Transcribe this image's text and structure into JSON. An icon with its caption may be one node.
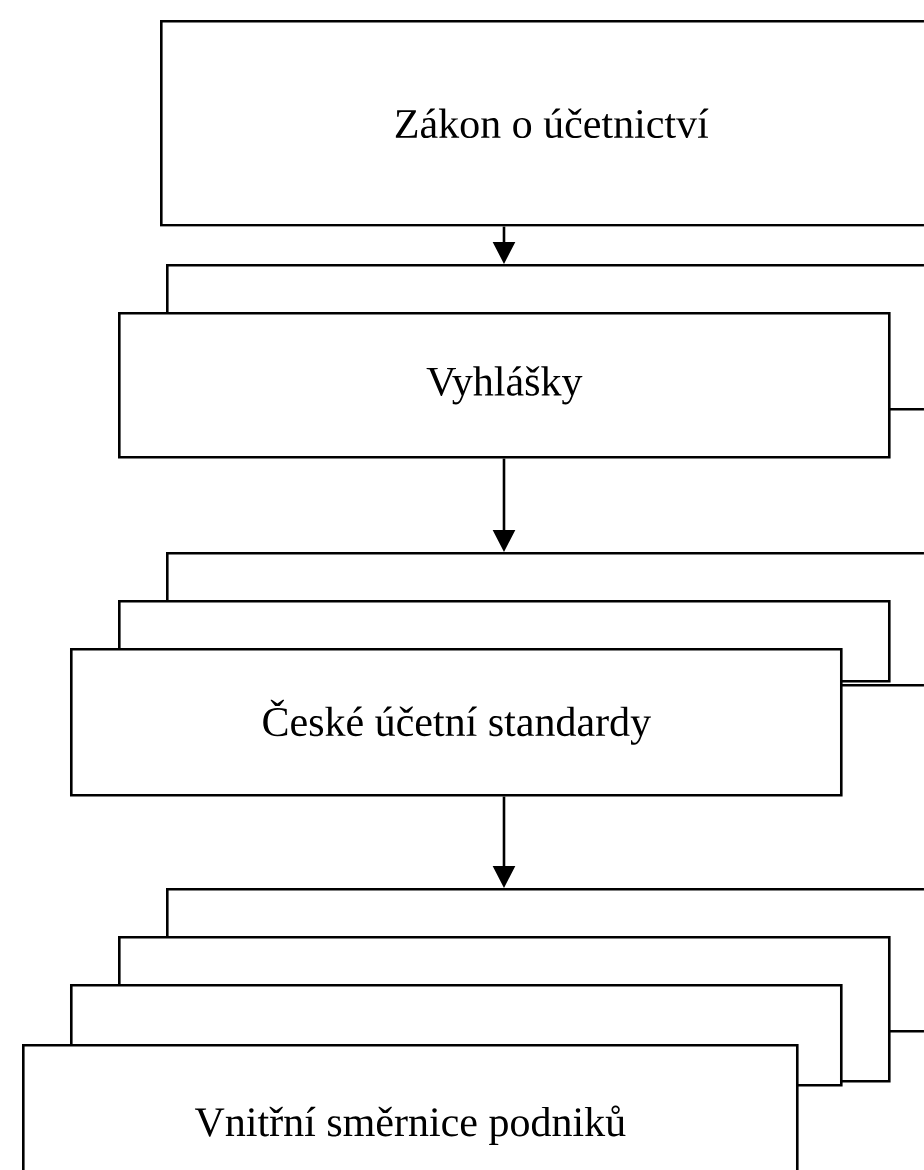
{
  "diagram": {
    "nodes": [
      {
        "text": [
          "Zákon o účetnictví"
        ]
      },
      {
        "text": [],
        "shape": "box"
      },
      {
        "text": [
          "Vyhlášky"
        ]
      },
      {
        "text": [],
        "shape": "box"
      },
      {
        "text": [],
        "shape": "box"
      },
      {
        "text": [
          "České účetní standardy"
        ]
      },
      {
        "text": [],
        "shape": "box"
      },
      {
        "text": [],
        "shape": "box"
      },
      {
        "text": [],
        "shape": "box"
      },
      {
        "text": [
          "Vnitřní směrnice podniků"
        ]
      }
    ],
    "edges": [
      {
        "from": 0,
        "to": 1,
        "arrow": "to"
      },
      {
        "from": 2,
        "to": 3,
        "arrow": "to"
      },
      {
        "from": 5,
        "to": 6,
        "arrow": "to"
      }
    ]
  }
}
